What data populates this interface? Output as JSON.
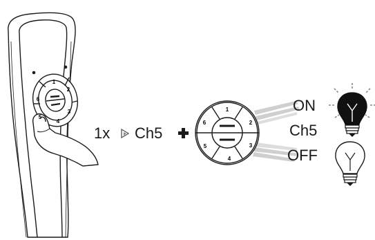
{
  "instruction": {
    "press_count": "1x",
    "channel": "Ch5",
    "plus": "+"
  },
  "remote": {
    "keys": [
      "1",
      "2",
      "3",
      "4",
      "5",
      "6"
    ]
  },
  "selector": {
    "keys": [
      "1",
      "2",
      "3",
      "4",
      "5",
      "6"
    ]
  },
  "result": {
    "on_label": "ON",
    "channel": "Ch5",
    "off_label": "OFF"
  },
  "colors": {
    "ink": "#1a1a1a",
    "lamp_on": "#111111",
    "lamp_off": "#ffffff",
    "wave": "#cfcfcf"
  },
  "icons": [
    "remote-control-icon",
    "finger-icon",
    "arrow-icon",
    "plus-icon",
    "lamp-on-icon",
    "lamp-off-icon"
  ]
}
